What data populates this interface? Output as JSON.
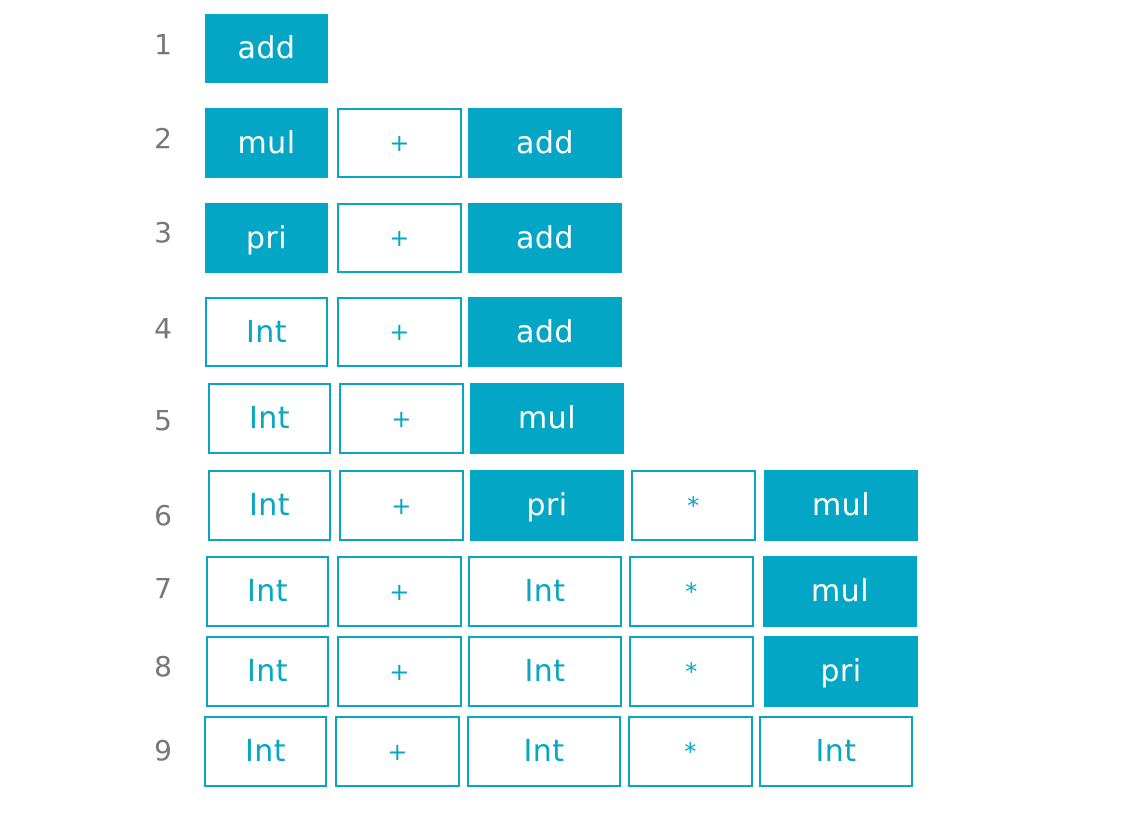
{
  "theme": {
    "nonterminal_fill": "#04a6c6",
    "terminal_stroke": "#07a7c4",
    "row_number_color": "#777777"
  },
  "rows": [
    {
      "number": "1",
      "cells": [
        {
          "text": "add",
          "kind": "nonterminal"
        }
      ]
    },
    {
      "number": "2",
      "cells": [
        {
          "text": "mul",
          "kind": "nonterminal"
        },
        {
          "text": "+",
          "kind": "terminal"
        },
        {
          "text": "add",
          "kind": "nonterminal"
        }
      ]
    },
    {
      "number": "3",
      "cells": [
        {
          "text": "pri",
          "kind": "nonterminal"
        },
        {
          "text": "+",
          "kind": "terminal"
        },
        {
          "text": "add",
          "kind": "nonterminal"
        }
      ]
    },
    {
      "number": "4",
      "cells": [
        {
          "text": "Int",
          "kind": "terminal"
        },
        {
          "text": "+",
          "kind": "terminal"
        },
        {
          "text": "add",
          "kind": "nonterminal"
        }
      ]
    },
    {
      "number": "5",
      "cells": [
        {
          "text": "Int",
          "kind": "terminal"
        },
        {
          "text": "+",
          "kind": "terminal"
        },
        {
          "text": "mul",
          "kind": "nonterminal"
        }
      ]
    },
    {
      "number": "6",
      "cells": [
        {
          "text": "Int",
          "kind": "terminal"
        },
        {
          "text": "+",
          "kind": "terminal"
        },
        {
          "text": "pri",
          "kind": "nonterminal"
        },
        {
          "text": "*",
          "kind": "terminal"
        },
        {
          "text": "mul",
          "kind": "nonterminal"
        }
      ]
    },
    {
      "number": "7",
      "cells": [
        {
          "text": "Int",
          "kind": "terminal"
        },
        {
          "text": "+",
          "kind": "terminal"
        },
        {
          "text": "Int",
          "kind": "terminal"
        },
        {
          "text": "*",
          "kind": "terminal"
        },
        {
          "text": "mul",
          "kind": "nonterminal"
        }
      ]
    },
    {
      "number": "8",
      "cells": [
        {
          "text": "Int",
          "kind": "terminal"
        },
        {
          "text": "+",
          "kind": "terminal"
        },
        {
          "text": "Int",
          "kind": "terminal"
        },
        {
          "text": "*",
          "kind": "terminal"
        },
        {
          "text": "pri",
          "kind": "nonterminal"
        }
      ]
    },
    {
      "number": "9",
      "cells": [
        {
          "text": "Int",
          "kind": "terminal"
        },
        {
          "text": "+",
          "kind": "terminal"
        },
        {
          "text": "Int",
          "kind": "terminal"
        },
        {
          "text": "*",
          "kind": "terminal"
        },
        {
          "text": "Int",
          "kind": "terminal"
        }
      ]
    }
  ]
}
